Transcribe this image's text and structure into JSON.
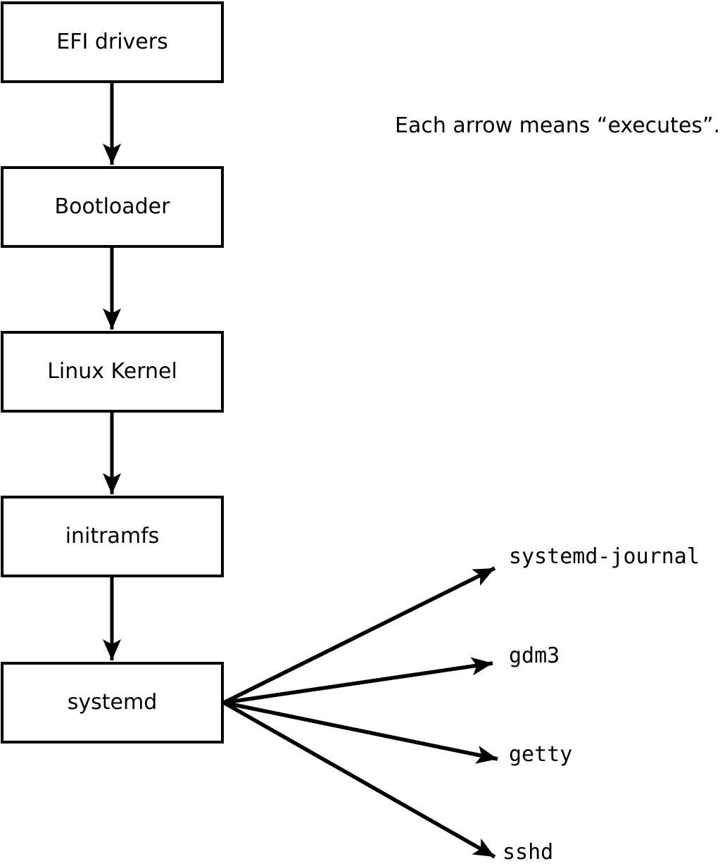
{
  "note": "Each arrow means “executes”.",
  "chain": [
    {
      "id": "efi-drivers",
      "label": "EFI drivers"
    },
    {
      "id": "bootloader",
      "label": "Bootloader"
    },
    {
      "id": "linux-kernel",
      "label": "Linux Kernel"
    },
    {
      "id": "initramfs",
      "label": "initramfs"
    },
    {
      "id": "systemd",
      "label": "systemd"
    }
  ],
  "services": [
    {
      "id": "systemd-journal",
      "label": "systemd-journal"
    },
    {
      "id": "gdm3",
      "label": "gdm3"
    },
    {
      "id": "getty",
      "label": "getty"
    },
    {
      "id": "sshd",
      "label": "sshd"
    }
  ],
  "colors": {
    "background": "#ffffff",
    "box_fill": "#ffffff",
    "line": "#000000",
    "text": "#000000"
  }
}
